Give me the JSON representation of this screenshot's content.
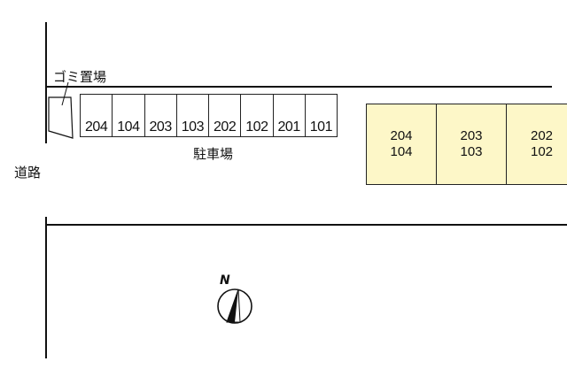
{
  "labels": {
    "garbage": "ゴミ置場",
    "parking": "駐車場",
    "road": "道路",
    "north": "N"
  },
  "parking_spaces": [
    "204",
    "104",
    "203",
    "103",
    "202",
    "102",
    "201",
    "101"
  ],
  "building_units": [
    {
      "upper": "204",
      "lower": "104"
    },
    {
      "upper": "203",
      "lower": "103"
    },
    {
      "upper": "202",
      "lower": "102"
    }
  ],
  "colors": {
    "building_fill": "#fdf7c8",
    "line": "#111111"
  },
  "icons": {
    "compass": "north-arrow-icon"
  }
}
